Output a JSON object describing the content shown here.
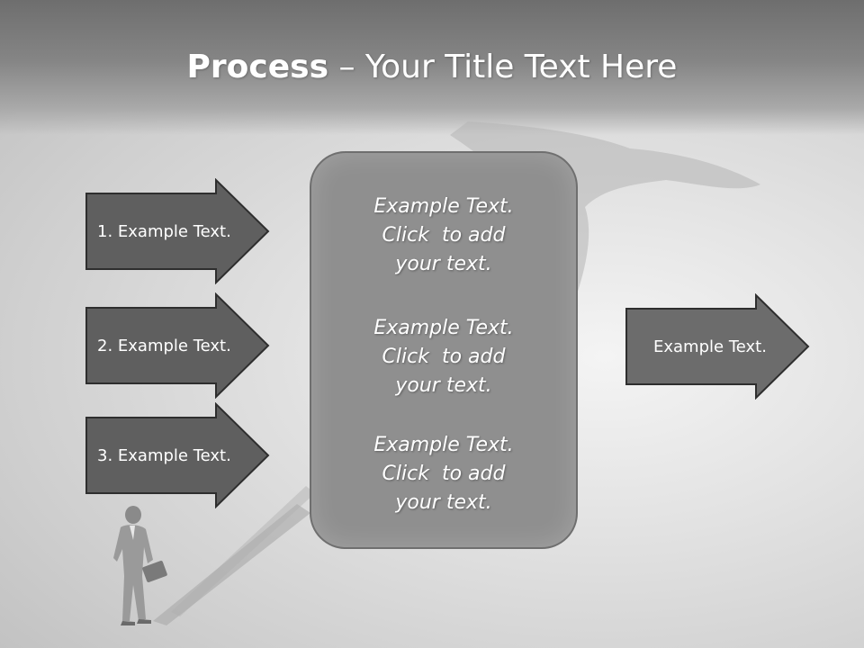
{
  "slide": {
    "title_bold": "Process",
    "title_rest": " – Your Title Text Here",
    "left_arrows": [
      {
        "label": "1. Example Text."
      },
      {
        "label": "2. Example Text."
      },
      {
        "label": "3. Example Text."
      }
    ],
    "center_box": {
      "blocks": [
        {
          "line1": "Example Text.",
          "line2": "Click  to add",
          "line3": "your text."
        },
        {
          "line1": "Example Text.",
          "line2": "Click  to add",
          "line3": "your text."
        },
        {
          "line1": "Example Text.",
          "line2": "Click  to add",
          "line3": "your text."
        }
      ]
    },
    "right_arrow": {
      "label": "Example Text."
    }
  },
  "colors": {
    "left_arrow_fill": "#5f5f5f",
    "right_arrow_fill": "#6c6c6c",
    "arrow_stroke": "#2e2e2e",
    "center_box_fill": "#8f8f8f"
  }
}
